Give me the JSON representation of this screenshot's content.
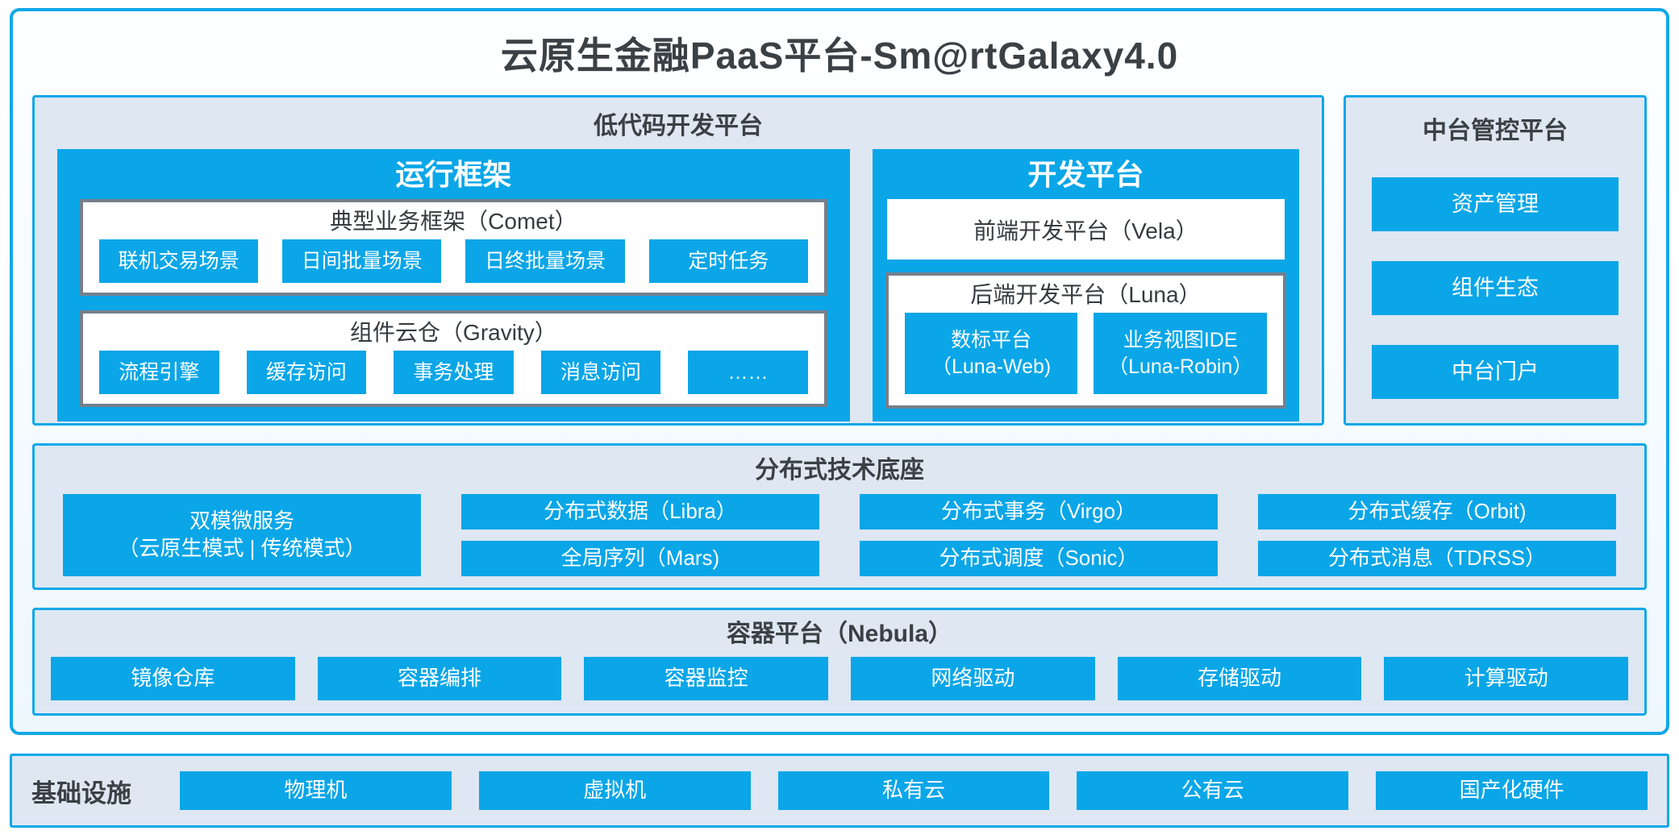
{
  "title": "云原生金融PaaS平台-Sm@rtGalaxy4.0",
  "colors": {
    "accent_blue": "#0AA6E8",
    "panel_fill": "#DEE7F2",
    "frame_fill": "#F6FBFE",
    "gray_border": "#75808C",
    "dark_text": "#3B4045",
    "white_text": "#FFFFFF"
  },
  "lowcode": {
    "title": "低代码开发平台",
    "runtime": {
      "title": "运行框架",
      "comet": {
        "title": "典型业务框架（Comet）",
        "items": [
          "联机交易场景",
          "日间批量场景",
          "日终批量场景",
          "定时任务"
        ]
      },
      "gravity": {
        "title": "组件云仓（Gravity）",
        "items": [
          "流程引擎",
          "缓存访问",
          "事务处理",
          "消息访问",
          "……"
        ]
      }
    },
    "dev": {
      "title": "开发平台",
      "vela": "前端开发平台（Vela）",
      "luna": {
        "title": "后端开发平台（Luna）",
        "items": [
          {
            "line1": "数标平台",
            "line2": "（Luna-Web)"
          },
          {
            "line1": "业务视图IDE",
            "line2": "（Luna-Robin）"
          }
        ]
      }
    }
  },
  "midplatform": {
    "title": "中台管控平台",
    "items": [
      "资产管理",
      "组件生态",
      "中台门户"
    ]
  },
  "distributed": {
    "title": "分布式技术底座",
    "dual_mode": {
      "line1": "双模微服务",
      "line2": "（云原生模式 | 传统模式）"
    },
    "row1": [
      "分布式数据（Libra）",
      "分布式事务（Virgo）",
      "分布式缓存（Orbit)"
    ],
    "row2": [
      "全局序列（Mars)",
      "分布式调度（Sonic）",
      "分布式消息（TDRSS）"
    ]
  },
  "container_platform": {
    "title": "容器平台（Nebula）",
    "items": [
      "镜像仓库",
      "容器编排",
      "容器监控",
      "网络驱动",
      "存储驱动",
      "计算驱动"
    ]
  },
  "infrastructure": {
    "title": "基础设施",
    "items": [
      "物理机",
      "虚拟机",
      "私有云",
      "公有云",
      "国产化硬件"
    ]
  }
}
